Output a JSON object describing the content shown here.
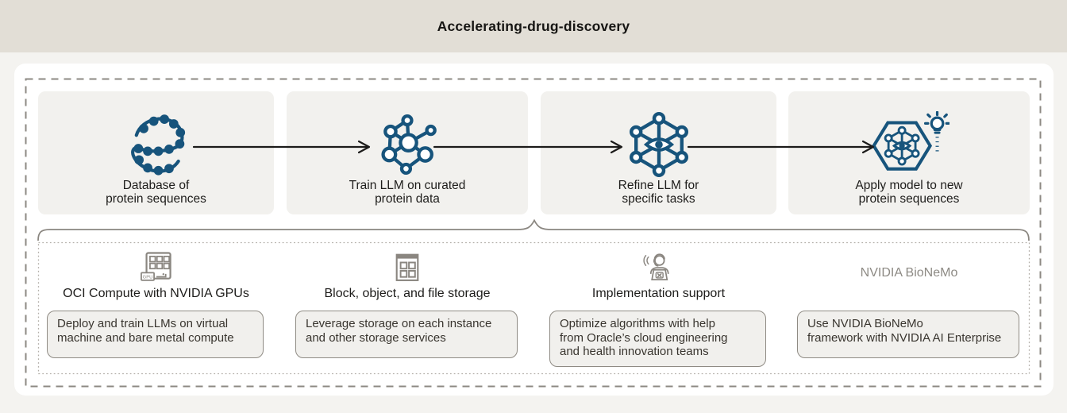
{
  "page": {
    "title": "Accelerating-drug-discovery"
  },
  "colors": {
    "accent_blue": "#17547c",
    "band_beige": "#e2ded6",
    "page_bg": "#f4f3f0",
    "card_white": "#ffffff",
    "block_gray": "#f2f1ee",
    "box_gray": "#f1f0ed",
    "box_border": "#8f8b84",
    "dashed_border": "#8d8983",
    "dotted_border": "#b3afa9",
    "icon_gray": "#8a8680",
    "muted_text": "#8d8a84",
    "arrow_black": "#1c1b1a"
  },
  "flow": {
    "steps": [
      {
        "icon": "protein-sequence-icon",
        "label": "Database of\nprotein sequences"
      },
      {
        "icon": "molecule-network-icon",
        "label": "Train LLM on curated\nprotein data"
      },
      {
        "icon": "network-eye-icon",
        "label": "Refine LLM for\nspecific tasks"
      },
      {
        "icon": "network-insight-icon",
        "label": "Apply model to new\nprotein sequences"
      }
    ]
  },
  "resources": {
    "columns": [
      {
        "icon": "gpu-compute-icon",
        "heading": "OCI Compute with NVIDIA GPUs",
        "detail": "Deploy and train LLMs on virtual\nmachine and bare metal compute"
      },
      {
        "icon": "storage-icon",
        "heading": "Block, object, and file storage",
        "detail": "Leverage storage on each instance\nand other storage services"
      },
      {
        "icon": "support-agent-icon",
        "heading": "Implementation support",
        "detail": "Optimize algorithms with help\nfrom Oracle’s cloud engineering\nand health innovation teams"
      },
      {
        "icon": "none",
        "heading": "NVIDIA BioNeMo",
        "detail": "Use NVIDIA BioNeMo\nframework with NVIDIA AI Enterprise"
      }
    ]
  },
  "icons": {
    "gpu_tag_label": "GPU"
  }
}
